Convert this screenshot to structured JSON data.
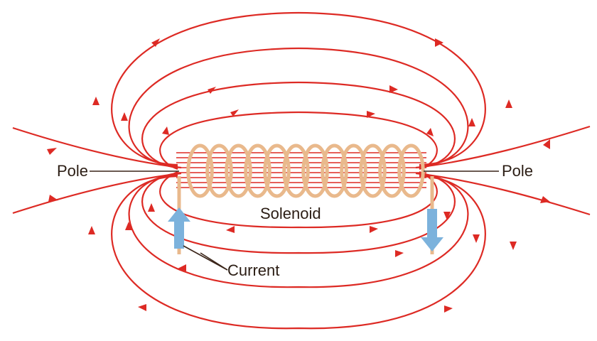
{
  "labels": {
    "pole_left": "Pole",
    "pole_right": "Pole",
    "solenoid": "Solenoid",
    "current": "Current"
  },
  "colors": {
    "field_line": "#dd2a24",
    "coil": "#e9b98c",
    "current_arrow": "#7cb2dc",
    "label_text": "#2b1d14",
    "leader_line": "#3a2418"
  },
  "coil": {
    "turns": 12
  },
  "current_direction": {
    "left_lead": "up",
    "right_lead": "down"
  }
}
